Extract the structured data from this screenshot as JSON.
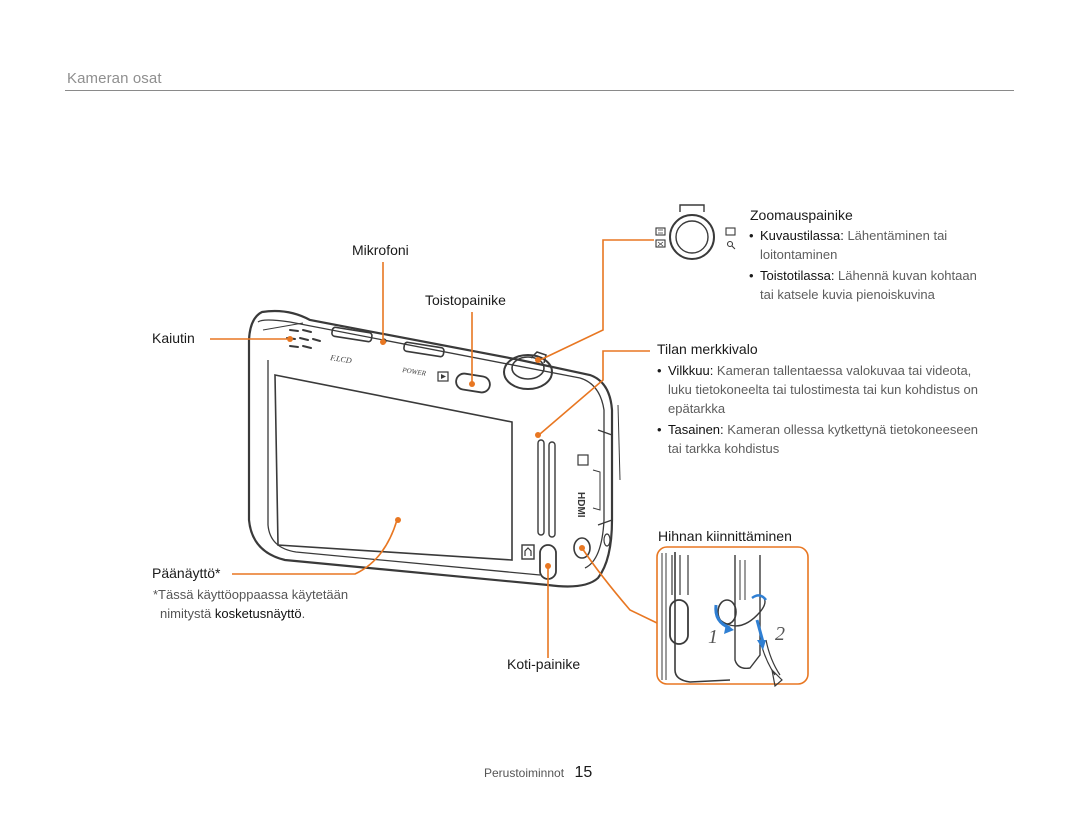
{
  "page": {
    "section_title": "Kameran osat",
    "footer_text": "Perustoiminnot",
    "page_number": "15"
  },
  "colors": {
    "callout": "#e87722",
    "camera_outline": "#3a3a3a",
    "accent_blue": "#2f7fd3"
  },
  "labels": {
    "mikrofoni": "Mikrofoni",
    "toistopainike": "Toistopainike",
    "kaiutin": "Kaiutin",
    "paanaytto": "Päänäyttö*",
    "koti_painike": "Koti-painike",
    "hihnan": "Hihnan kiinnittäminen",
    "step_1": "1",
    "step_2": "2"
  },
  "camera_markings": {
    "flcd": "F.LCD",
    "power": "POWER",
    "hdmi": "HDMI"
  },
  "footnote": {
    "line1": "*Tässä käyttöoppaassa käytetään",
    "line2_prefix": "nimitystä ",
    "line2_term": "kosketusnäyttö",
    "line2_suffix": "."
  },
  "zoom": {
    "heading": "Zoomauspainike",
    "b1_term": "Kuvaustilassa",
    "b1_sep": ": ",
    "b1_text1": "Lähentäminen tai",
    "b1_text2": "loitontaminen",
    "b2_term": "Toistotilassa",
    "b2_sep": ": ",
    "b2_text1": "Lähennä kuvan kohtaan",
    "b2_text2": "tai katsele kuvia pienoiskuvina"
  },
  "status_light": {
    "heading": "Tilan merkkivalo",
    "b1_term": "Vilkkuu",
    "b1_sep": ": ",
    "b1_text1": "Kameran tallentaessa valokuvaa tai videota,",
    "b1_text2": "luku tietokoneelta tai tulostimesta tai kun kohdistus on",
    "b1_text3": "epätarkka",
    "b2_term": "Tasainen",
    "b2_sep": ": ",
    "b2_text1": "Kameran ollessa kytkettynä tietokoneeseen",
    "b2_text2": "tai tarkka kohdistus"
  }
}
